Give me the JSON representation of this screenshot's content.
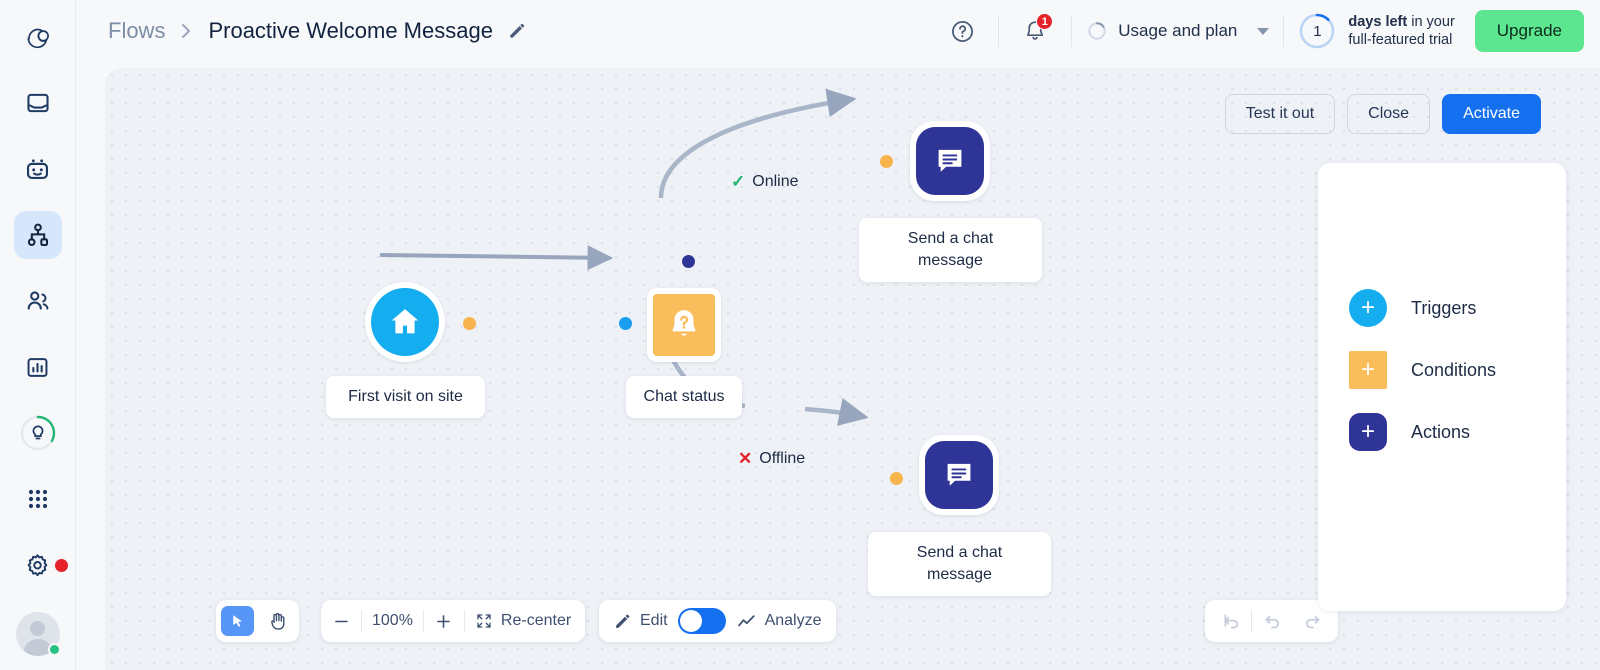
{
  "brand": {
    "logo_icon": "tidio-logo-icon",
    "accent_blue": "#1570ef",
    "trigger_color": "#13adf0",
    "condition_color": "#fabd5c",
    "action_color": "#2f3596",
    "upgrade_green": "#5ce68f",
    "badge_red": "#e4222a"
  },
  "sidebar": {
    "items": [
      {
        "name": "inbox",
        "icon": "inbox-icon",
        "active": false
      },
      {
        "name": "chatbots",
        "icon": "robot-icon",
        "active": false
      },
      {
        "name": "flows",
        "icon": "flows-hierarchy-icon",
        "active": true
      },
      {
        "name": "contacts",
        "icon": "people-icon",
        "active": false
      },
      {
        "name": "analytics",
        "icon": "bar-chart-icon",
        "active": false
      },
      {
        "name": "tips",
        "icon": "lightbulb-icon",
        "active": false
      },
      {
        "name": "apps",
        "icon": "grid-apps-icon",
        "active": false
      },
      {
        "name": "settings",
        "icon": "gear-icon",
        "active": false
      }
    ],
    "settings_has_alert": true,
    "avatar_status": "online"
  },
  "header": {
    "breadcrumb_root": "Flows",
    "breadcrumb_separator": "›",
    "title": "Proactive Welcome Message",
    "edit_title_icon": "pencil-icon",
    "help_icon": "question-circle-icon",
    "notifications_icon": "bell-icon",
    "notifications_count": "1",
    "usage_icon": "usage-ring-icon",
    "usage_label": "Usage and plan",
    "usage_caret_icon": "chevron-down-icon",
    "trial_days": "1",
    "trial_text_bold": "days left",
    "trial_text_rest": " in your",
    "trial_text_line2": "full-featured trial",
    "upgrade_label": "Upgrade"
  },
  "canvas_actions": {
    "test_label": "Test it out",
    "close_label": "Close",
    "activate_label": "Activate"
  },
  "flow": {
    "nodes": [
      {
        "id": "trigger",
        "kind": "trigger",
        "shape": "circle",
        "icon": "home-icon",
        "label": "First visit on site",
        "color": "#13adf0"
      },
      {
        "id": "condition",
        "kind": "condition",
        "shape": "square",
        "icon": "bell-question-icon",
        "label": "Chat status",
        "color": "#fabd5c"
      },
      {
        "id": "action-online",
        "kind": "action",
        "shape": "rounded-square",
        "icon": "chat-message-icon",
        "label": "Send a chat\nmessage",
        "color": "#2f3596"
      },
      {
        "id": "action-offline",
        "kind": "action",
        "shape": "rounded-square",
        "icon": "chat-message-icon",
        "label": "Send a chat\nmessage",
        "color": "#2f3596"
      }
    ],
    "branches": [
      {
        "id": "online",
        "label": "Online",
        "marker": "✓",
        "marker_kind": "check",
        "color": "#22b573"
      },
      {
        "id": "offline",
        "label": "Offline",
        "marker": "✕",
        "marker_kind": "cross",
        "color": "#e4222a"
      }
    ]
  },
  "canvas_toolbar": {
    "select_tool_icon": "cursor-arrow-icon",
    "pan_tool_icon": "hand-icon",
    "active_tool": "select",
    "zoom_out_icon": "minus-icon",
    "zoom_level": "100%",
    "zoom_in_icon": "plus-icon",
    "recenter_icon": "recenter-icon",
    "recenter_label": "Re-center",
    "edit_icon": "pencil-icon",
    "edit_label": "Edit",
    "mode_toggle_on": false,
    "analyze_icon": "trend-line-icon",
    "analyze_label": "Analyze"
  },
  "history_toolbar": {
    "reset_icon": "reset-to-start-icon",
    "undo_icon": "undo-icon",
    "redo_icon": "redo-icon",
    "disabled": true
  },
  "palette": {
    "items": [
      {
        "label": "Triggers",
        "plus": "+",
        "color": "#13adf0",
        "shape": "circle"
      },
      {
        "label": "Conditions",
        "plus": "+",
        "color": "#fabd5c",
        "shape": "square"
      },
      {
        "label": "Actions",
        "plus": "+",
        "color": "#2f3596",
        "shape": "rounded-square"
      }
    ]
  }
}
